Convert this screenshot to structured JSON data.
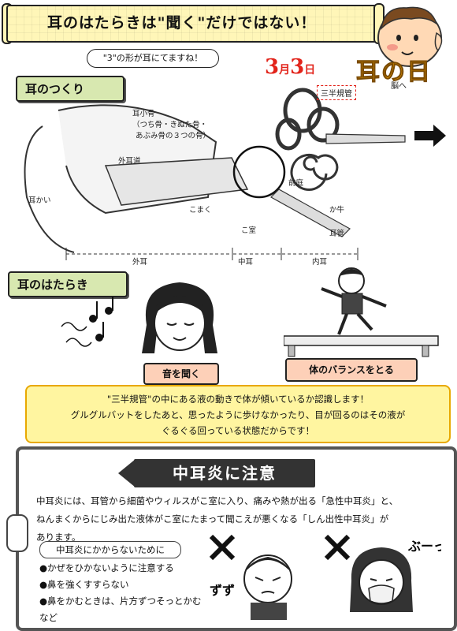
{
  "header": {
    "title": "耳のはたらきは\"聞く\"だけではない！",
    "shape_callout": "\"3\"の形が耳にてますね！",
    "date_month": "3",
    "date_month_unit": "月",
    "date_day": "3",
    "date_day_unit": "日",
    "ear_day": "耳の日"
  },
  "structure": {
    "section_label": "耳のつくり",
    "ossicles": "耳小骨",
    "ossicles_note_1": "（つち骨・きぬた骨・",
    "ossicles_note_2": "あぶみ骨の３つの骨）",
    "semicircular": "三半規管",
    "to_brain": "脳へ",
    "ear_canal": "外耳道",
    "vestibule": "前庭",
    "auricle": "耳かい",
    "eardrum": "こまく",
    "tympanic": "こ室",
    "cochlea": "か牛",
    "tube": "耳管",
    "outer_ear": "外耳",
    "middle_ear": "中耳",
    "inner_ear": "内耳"
  },
  "function": {
    "section_label": "耳のはたらき",
    "hear_label": "音を聞く",
    "balance_label": "体のバランスをとる",
    "explain_1": "\"三半規管\"の中にある液の動きで体が傾いているか認識します！",
    "explain_2": "グルグルバットをしたあと、思ったように歩けなかったり、目が回るのはその液が",
    "explain_3": "ぐるぐる回っている状態だからです！"
  },
  "caution": {
    "title": "中耳炎に注意",
    "body_1": "中耳炎には、耳管から細菌やウィルスがこ室に入り、痛みや熱が出る「急性中耳炎」と、",
    "body_2": "ねんまくからにじみ出た液体がこ室にたまって聞こえが悪くなる「しん出性中耳炎」が",
    "body_3": "あります。",
    "prevent_head": "中耳炎にかからないために",
    "prevent_items": [
      "●かぜをひかないように注意する",
      "●鼻を強くすすらない",
      "●鼻をかむときは、片方ずつそっとかむ",
      "など"
    ],
    "sfx_1": "ずず",
    "sfx_2": "ぶーっ"
  },
  "colors": {
    "banner": "#fff6b8",
    "date_red": "#e2231a",
    "ear_day_orange": "#f4a300",
    "label_green": "#d8e8b0",
    "label_peach": "#fdd0b8",
    "explain_yellow": "#fff5a0"
  }
}
